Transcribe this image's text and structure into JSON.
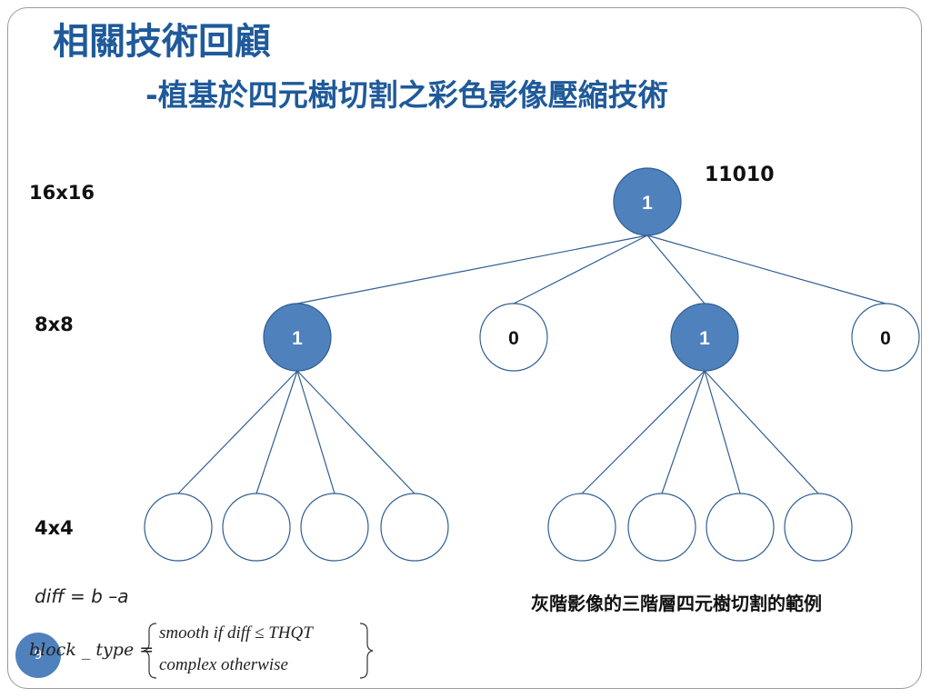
{
  "title": "相關技術回顧",
  "subtitle": "-植基於四元樹切割之彩色影像壓縮技術",
  "levels": {
    "l16": "16x16",
    "l8": "8x8",
    "l4": "4x4"
  },
  "code": "11010",
  "nodes": {
    "root": "1",
    "c1": "1",
    "c2": "0",
    "c3": "1",
    "c4": "0"
  },
  "formula": {
    "diff": "diff  = b –a",
    "block_type": "block _ type =",
    "case_smooth": "smooth  if  diff ≤ THQT",
    "case_complex": "complex  otherwise"
  },
  "caption": "灰階影像的三階層四元樹切割的範例",
  "page_number": "9",
  "colors": {
    "filled": "#4f81bd",
    "empty": "#ffffff",
    "stroke": "#2f5e91",
    "title": "#1f5a9a"
  }
}
